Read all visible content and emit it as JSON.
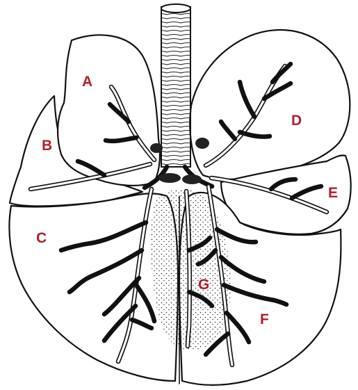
{
  "labels": {
    "A": "A",
    "B": "B",
    "C": "C",
    "D": "D",
    "E": "E",
    "F": "F",
    "G": "G"
  },
  "colors": {
    "label": "#b0202a",
    "line": "#111111",
    "background": "#ffffff"
  }
}
